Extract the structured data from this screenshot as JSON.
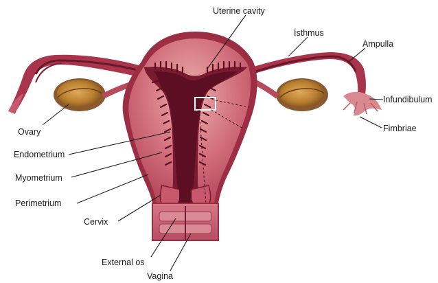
{
  "diagram": {
    "labels": {
      "uterine_cavity": "Uterine cavity",
      "isthmus": "Isthmus",
      "ampulla": "Ampulla",
      "infundibulum": "Infundibulum",
      "fimbriae": "Fimbriae",
      "ovary": "Ovary",
      "endometrium": "Endometrium",
      "myometrium": "Myometrium",
      "perimetrium": "Perimetrium",
      "cervix": "Cervix",
      "external_os": "External os",
      "vagina": "Vagina"
    },
    "colors": {
      "perimetrium": "#9c2e44",
      "myometrium": "#c8586c",
      "myometrium_light": "#e6a3a6",
      "endometrium": "#7a1a30",
      "cavity": "#5c0f22",
      "ovary_outer": "#9a6a3a",
      "ovary_inner": "#c8913c",
      "tube": "#a8354b",
      "tube_lumen": "#6a1828",
      "fimbriae": "#d88a90",
      "vagina": "#c4566a"
    }
  }
}
